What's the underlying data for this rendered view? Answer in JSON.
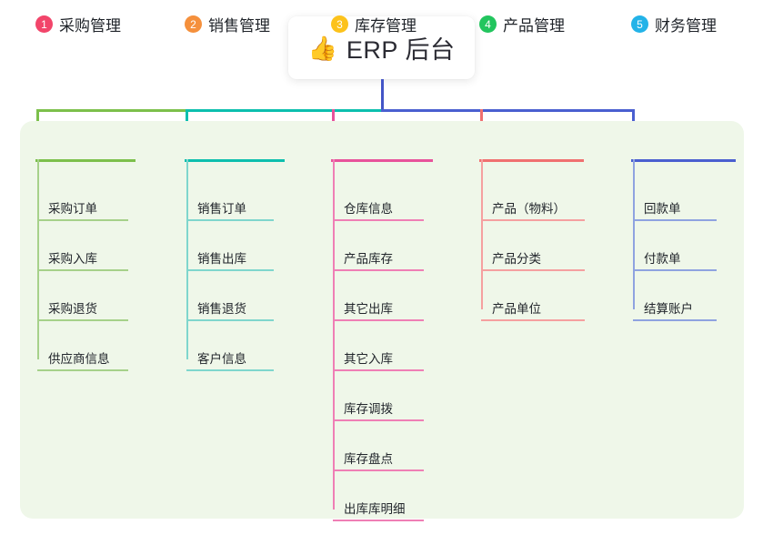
{
  "title": {
    "emoji": "👍",
    "emoji_name": "thumbs-up-emoji",
    "text": "ERP 后台"
  },
  "colors": {
    "panel_background": "#eff7e9",
    "page_background": "#ffffff",
    "root_stem": "#4355c7",
    "col1_line": "#7cc04b",
    "col2_line": "#0cbfae",
    "col3_line": "#e8539b",
    "col4_line": "#f07070",
    "col5_line": "#4a5fd0",
    "col1_item_line": "#a6d18a",
    "col2_item_line": "#7fd6cd",
    "col3_item_line": "#ef7fb5",
    "col4_item_line": "#f5a0a0",
    "col5_item_line": "#8fa3e0",
    "badge1": "#f2456a",
    "badge2": "#f5903c",
    "badge3": "#fcc21b",
    "badge4": "#22c55e",
    "badge5": "#23b3e8"
  },
  "columns": [
    {
      "index": "1",
      "badge_color": "#f2456a",
      "line_color": "#7cc04b",
      "item_line_color": "#a6d18a",
      "title": "采购管理",
      "items": [
        "采购订单",
        "采购入库",
        "采购退货",
        "供应商信息"
      ]
    },
    {
      "index": "2",
      "badge_color": "#f5903c",
      "line_color": "#0cbfae",
      "item_line_color": "#7fd6cd",
      "title": "销售管理",
      "items": [
        "销售订单",
        "销售出库",
        "销售退货",
        "客户信息"
      ]
    },
    {
      "index": "3",
      "badge_color": "#fcc21b",
      "line_color": "#e8539b",
      "item_line_color": "#ef7fb5",
      "title": "库存管理",
      "items": [
        "仓库信息",
        "产品库存",
        "其它出库",
        "其它入库",
        "库存调拨",
        "库存盘点",
        "出库库明细"
      ]
    },
    {
      "index": "4",
      "badge_color": "#22c55e",
      "line_color": "#f07070",
      "item_line_color": "#f5a0a0",
      "title": "产品管理",
      "items": [
        "产品（物料）",
        "产品分类",
        "产品单位"
      ]
    },
    {
      "index": "5",
      "badge_color": "#23b3e8",
      "line_color": "#4a5fd0",
      "item_line_color": "#8fa3e0",
      "title": "财务管理",
      "items": [
        "回款单",
        "付款单",
        "结算账户"
      ]
    }
  ]
}
